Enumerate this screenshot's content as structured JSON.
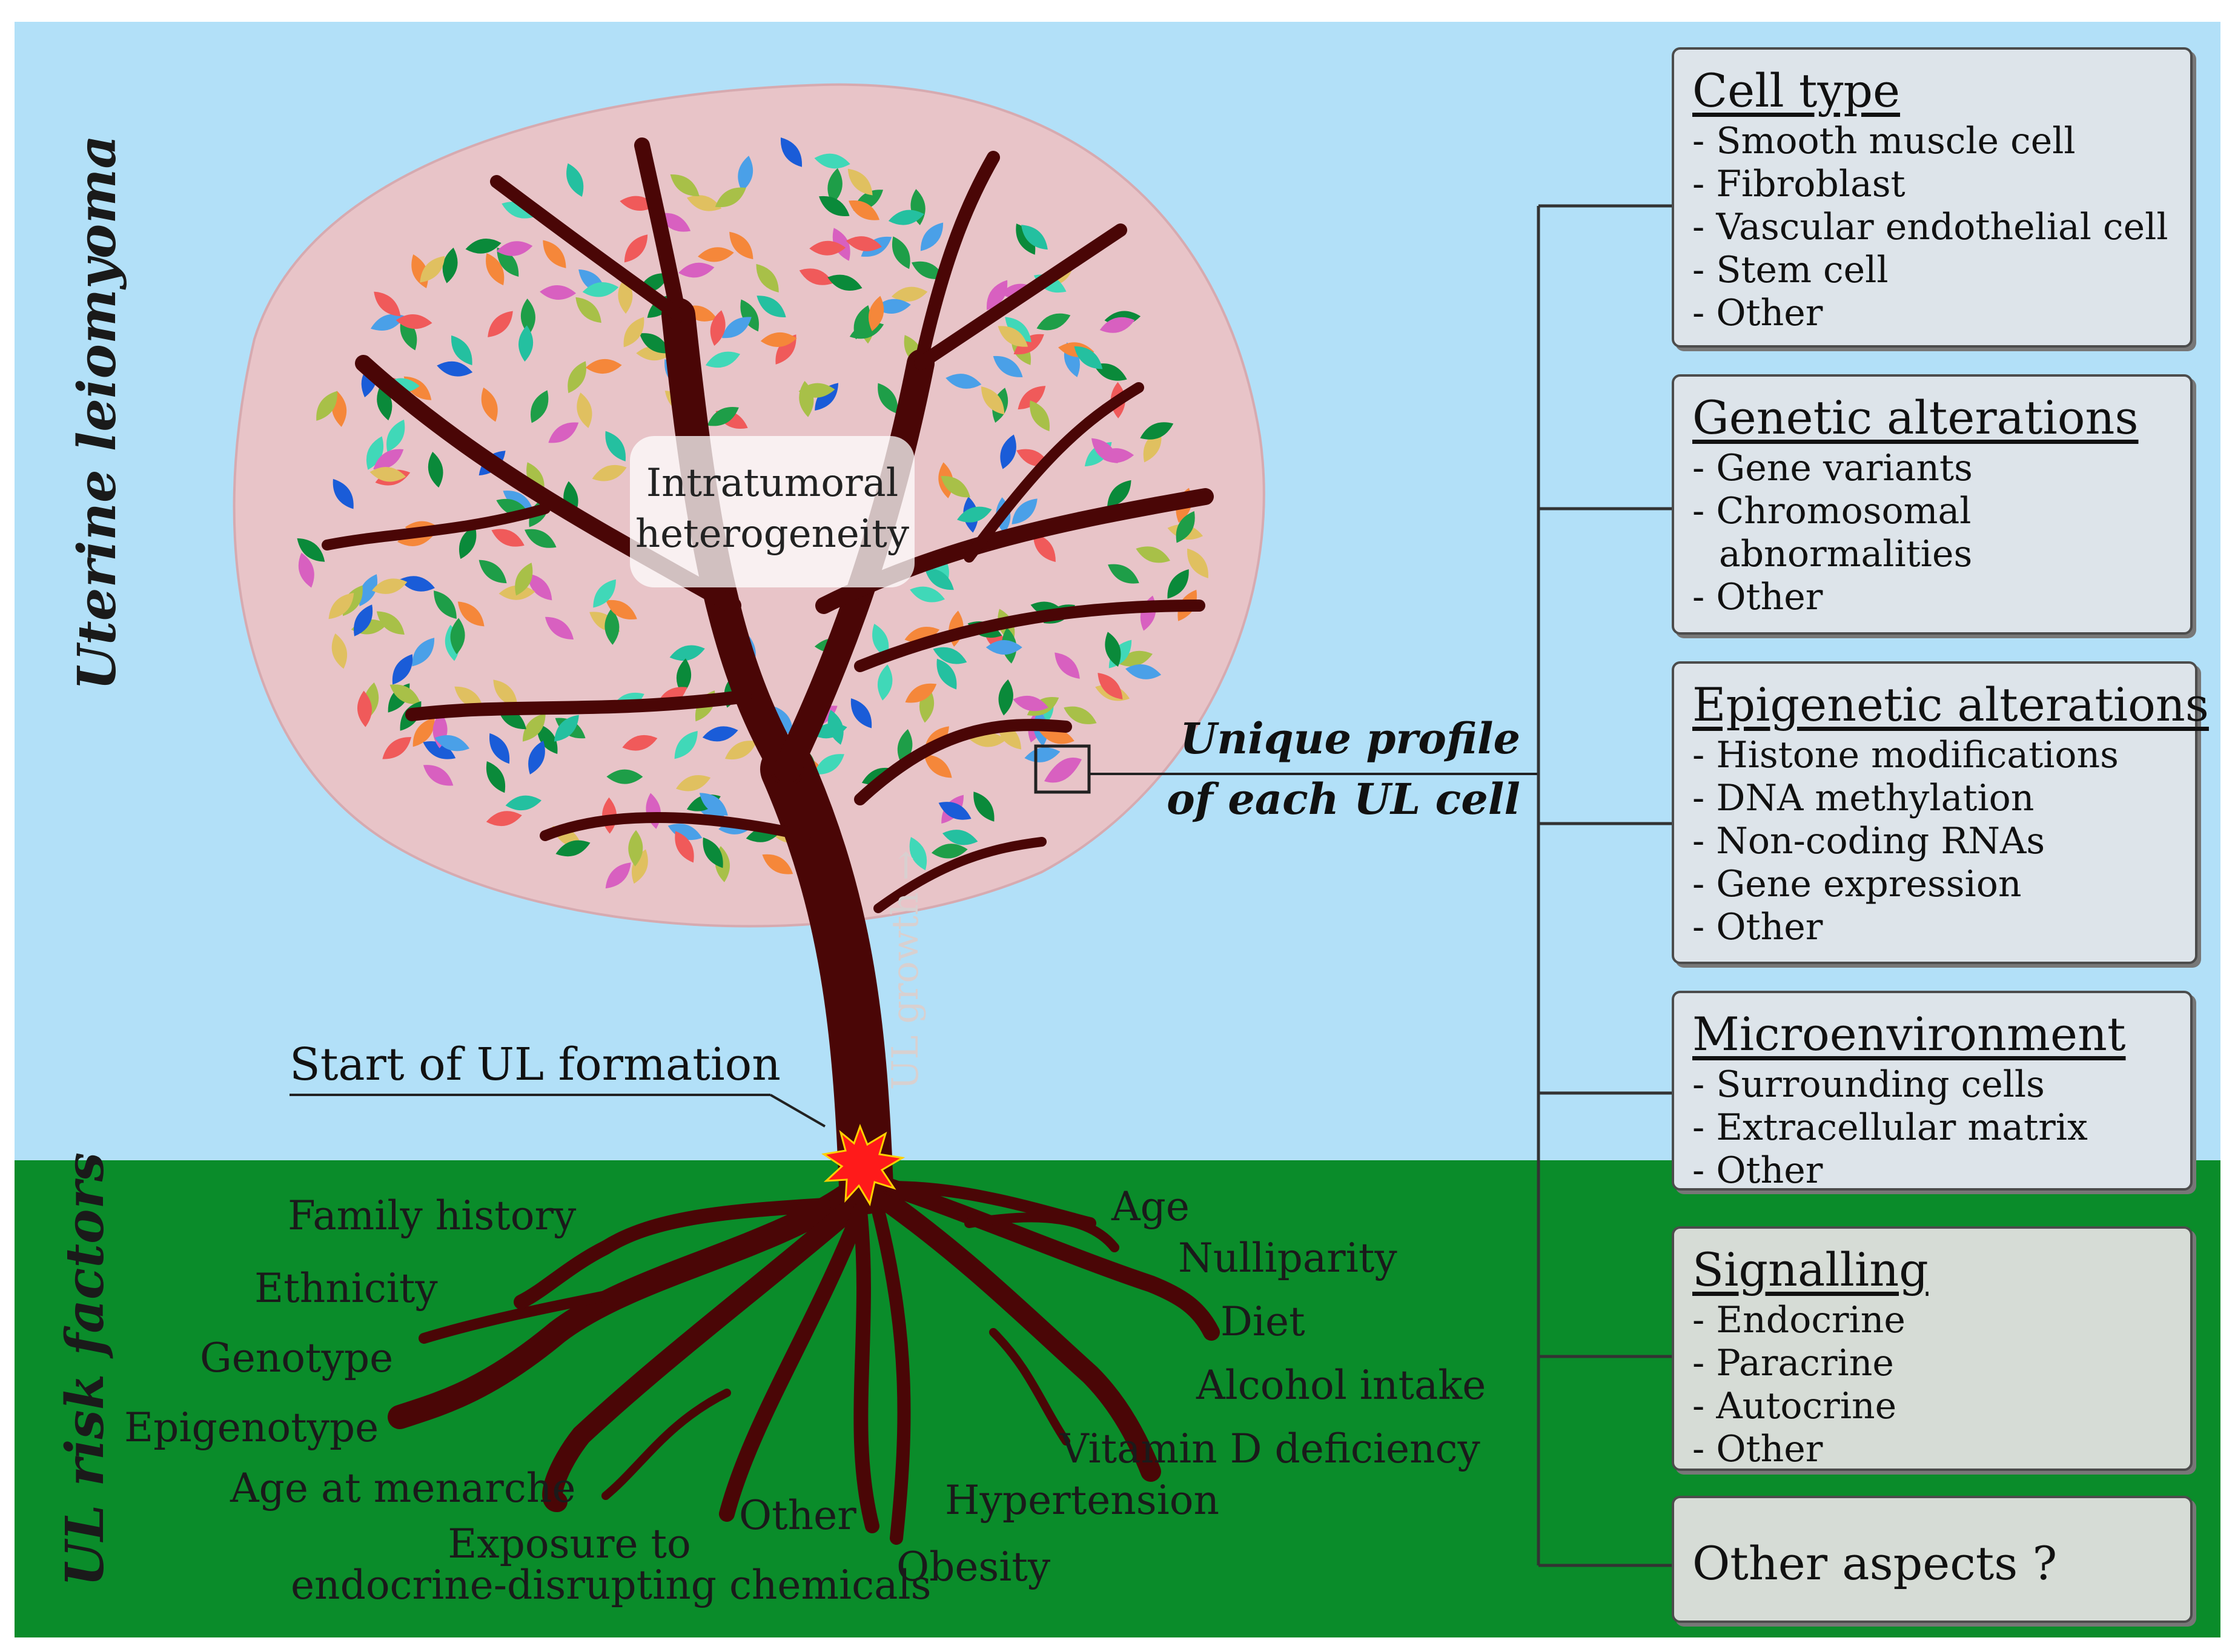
{
  "side_labels": {
    "top": "Uterine leiomyoma",
    "bottom": "UL risk factors"
  },
  "tree": {
    "center_label_line1": "Intratumoral",
    "center_label_line2": "heterogeneity",
    "growth_label": "UL growth →",
    "start_label": "Start of UL formation",
    "unique_line1": "Unique profile",
    "unique_line2": "of each UL cell"
  },
  "risk_factors": {
    "family_history": "Family history",
    "ethnicity": "Ethnicity",
    "genotype": "Genotype",
    "epigenotype": "Epigenotype",
    "age_at_menarche": "Age at menarche",
    "exposure_line1": "Exposure to",
    "exposure_line2": "endocrine-disrupting chemicals",
    "other": "Other",
    "obesity": "Obesity",
    "hypertension": "Hypertension",
    "vitamin_d": "Vitamin D deficiency",
    "alcohol": "Alcohol intake",
    "diet": "Diet",
    "nulliparity": "Nulliparity",
    "age": "Age"
  },
  "panels": [
    {
      "title": "Cell type",
      "items": [
        "- Smooth muscle cell",
        "- Fibroblast",
        "- Vascular endothelial cell",
        "- Stem cell",
        "- Other"
      ]
    },
    {
      "title": "Genetic alterations",
      "items": [
        "- Gene variants",
        "- Chromosomal",
        "abnormalities",
        "- Other"
      ]
    },
    {
      "title": "Epigenetic alterations",
      "items": [
        "- Histone modifications",
        "- DNA methylation",
        "- Non-coding RNAs",
        "- Gene expression",
        "- Other"
      ]
    },
    {
      "title": "Microenvironment",
      "items": [
        "- Surrounding cells",
        "- Extracellular matrix",
        "- Other"
      ]
    },
    {
      "title": "Signalling",
      "items": [
        "- Endocrine",
        "- Paracrine",
        "- Autocrine",
        "- Other"
      ]
    }
  ],
  "other_aspects": "Other aspects ?",
  "colors": {
    "sky": "#b2e0f8",
    "ground": "#0a8c2a",
    "canopy": "#e8c4c8",
    "trunk": "#4a0606",
    "star": "#ff1a1a",
    "leaf_palette": [
      "#0a8a3a",
      "#1e9e48",
      "#f05a5a",
      "#f5873a",
      "#e0c060",
      "#4aa0e8",
      "#1a5cd8",
      "#d860c0",
      "#40d8b8",
      "#24c0a0",
      "#a8c048"
    ]
  }
}
